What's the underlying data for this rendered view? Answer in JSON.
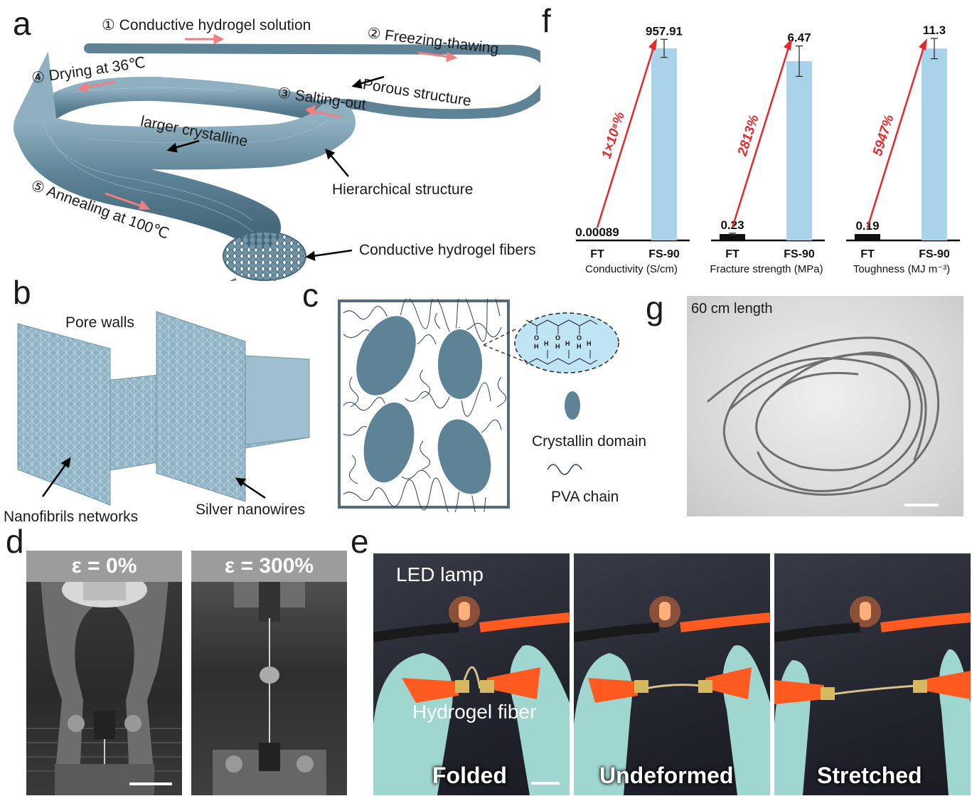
{
  "panels": {
    "a": "a",
    "b": "b",
    "c": "c",
    "d": "d",
    "e": "e",
    "f": "f",
    "g": "g"
  },
  "panel_a": {
    "steps": [
      "① Conductive hydrogel solution",
      "② Freezing-thawing",
      "③ Salting-out",
      "④ Drying at 36℃",
      "⑤ Annealing at 100℃"
    ],
    "labels": {
      "porous": "Porous structure",
      "crystalline": "larger crystalline",
      "hierarchical": "Hierarchical structure",
      "fibers": "Conductive hydrogel fibers"
    }
  },
  "panel_b": {
    "pore_walls": "Pore walls",
    "nanofibrils": "Nanofibrils networks",
    "silver": "Silver nanowires"
  },
  "panel_c": {
    "crystallin": "Crystallin domain",
    "pva": "PVA chain"
  },
  "panel_d": {
    "strain_0": "ε = 0%",
    "strain_300": "ε = 300%"
  },
  "panel_e": {
    "led": "LED lamp",
    "fiber": "Hydrogel fiber",
    "states": [
      "Folded",
      "Undeformed",
      "Stretched"
    ]
  },
  "panel_g": {
    "length": "60 cm length"
  },
  "colors": {
    "bar_ft": "#111111",
    "bar_fs": "#a9d3ea",
    "arrow": "#e5282c",
    "fiber": "#5e8396",
    "step_arrow": "#f08080"
  },
  "chart_data": [
    {
      "type": "bar",
      "categories": [
        "FT",
        "FS-90"
      ],
      "values": [
        0.00089,
        957.91
      ],
      "value_labels": [
        "0.00089",
        "957.91"
      ],
      "error": [
        0,
        45
      ],
      "ylim": [
        0,
        1050
      ],
      "xlabel": "Conductivity (S/cm)",
      "annotation": "1×10⁸%"
    },
    {
      "type": "bar",
      "categories": [
        "FT",
        "FS-90"
      ],
      "values": [
        0.23,
        6.47
      ],
      "value_labels": [
        "0.23",
        "6.47"
      ],
      "error": [
        0.03,
        0.55
      ],
      "ylim": [
        0,
        7.6
      ],
      "xlabel": "Fracture strength (MPa)",
      "annotation": "2813%"
    },
    {
      "type": "bar",
      "categories": [
        "FT",
        "FS-90"
      ],
      "values": [
        0.19,
        11.3
      ],
      "value_labels": [
        "0.19",
        "11.3"
      ],
      "error": [
        0.02,
        0.6
      ],
      "ylim": [
        0,
        12.4
      ],
      "xlabel": "Toughness (MJ m⁻³)",
      "annotation": "5947%"
    }
  ]
}
